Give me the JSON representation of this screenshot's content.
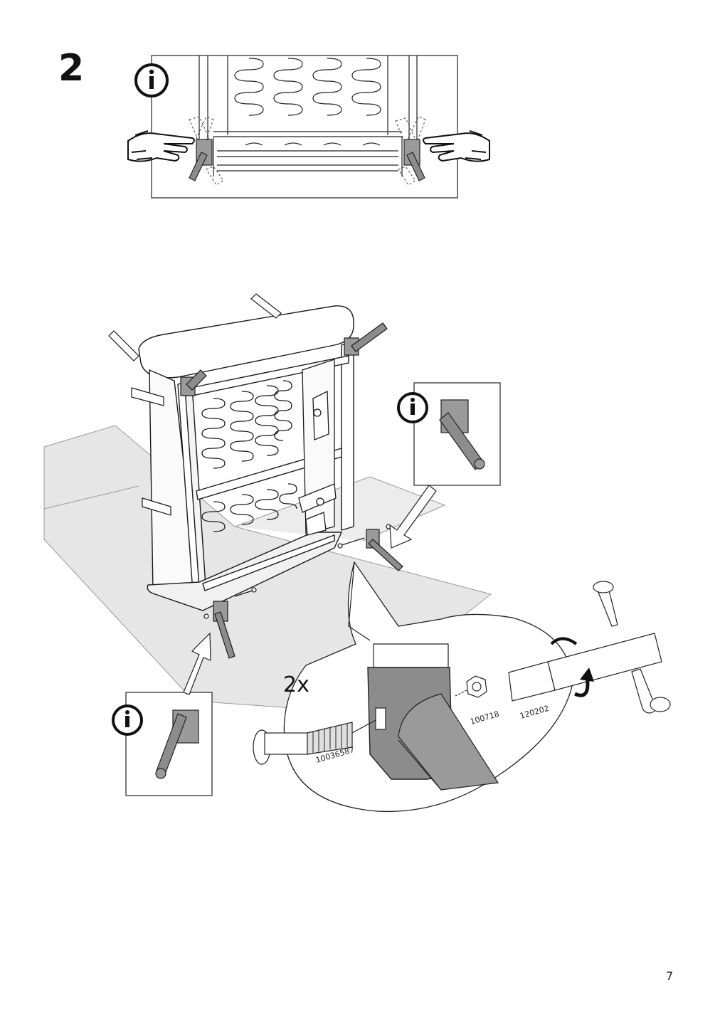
{
  "step": {
    "number": "2"
  },
  "page": {
    "number": "7"
  },
  "callouts": {
    "quantity": "2x"
  },
  "parts": {
    "bolt": "10036587",
    "nut": "100718",
    "wrench": "120202"
  },
  "icons": {
    "info": "info-circle-icon",
    "pointing_hand": "pointing-hand-icon",
    "rotate_arrow": "rotate-clockwise-icon"
  },
  "colors": {
    "leg_grey": "#8c8c8c",
    "floor_grey": "#e6e6e6",
    "line": "#1a1a1a"
  }
}
